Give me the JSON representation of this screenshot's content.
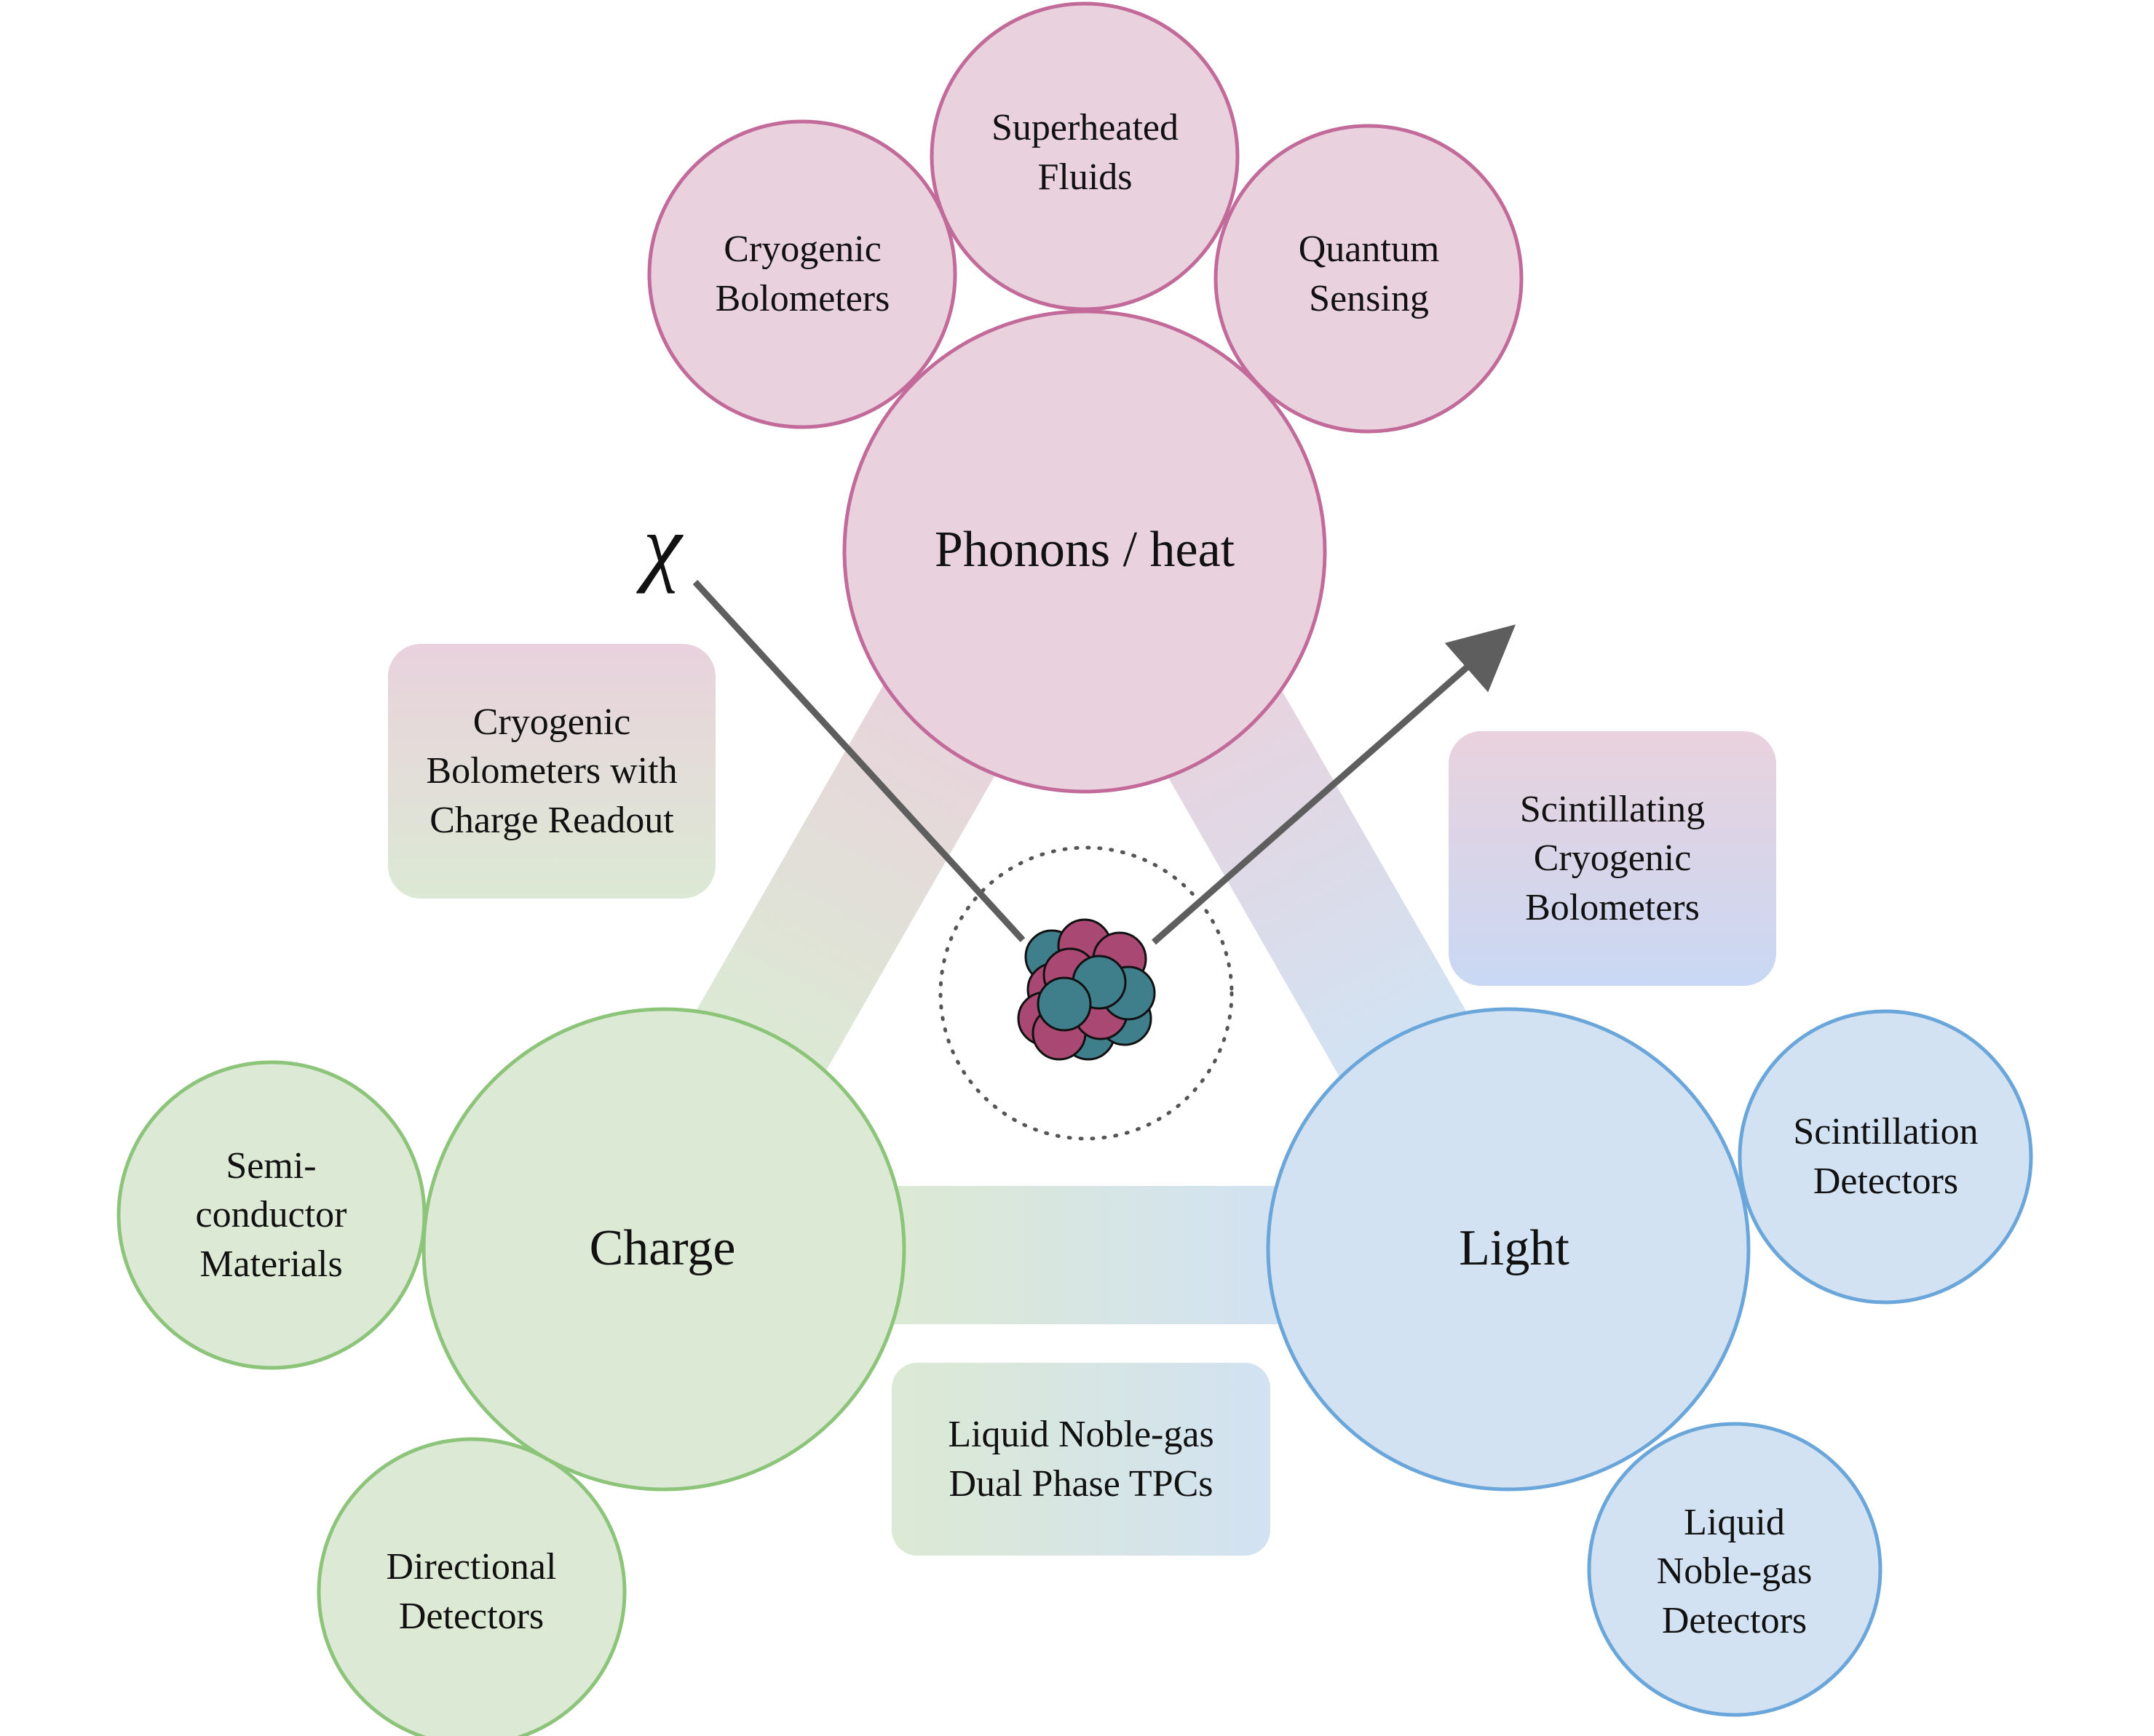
{
  "main": {
    "phonons": "Phonons / heat",
    "charge": "Charge",
    "light": "Light"
  },
  "phonon_subs": {
    "cryogenic_bolometers": "Cryogenic\nBolometers",
    "superheated_fluids": "Superheated\nFluids",
    "quantum_sensing": "Quantum\nSensing"
  },
  "charge_subs": {
    "semiconductor": "Semi-\nconductor\nMaterials",
    "directional": "Directional\nDetectors"
  },
  "light_subs": {
    "scintillation": "Scintillation\nDetectors",
    "liquid_noble": "Liquid\nNoble-gas\nDetectors"
  },
  "hybrids": {
    "phonon_charge": "Cryogenic\nBolometers with\nCharge Readout",
    "phonon_light": "Scintillating\nCryogenic\nBolometers",
    "charge_light": "Liquid Noble-gas\nDual Phase TPCs"
  },
  "particle_symbol": "χ",
  "colors": {
    "phonon_fill": "#e9d2dd",
    "phonon_stroke": "#c26b9a",
    "charge_fill": "#dce9d4",
    "charge_stroke": "#8cc47a",
    "light_fill": "#d2e2f2",
    "light_stroke": "#6aa6da",
    "nucleon_proton": "#a84873",
    "nucleon_neutron": "#3f7f8c",
    "arrow": "#5e5e5e"
  }
}
